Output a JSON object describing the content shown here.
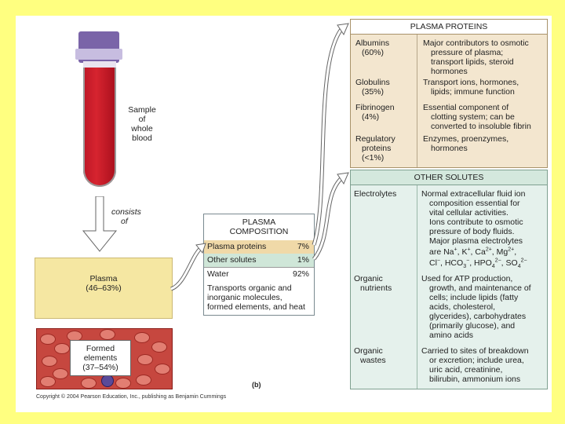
{
  "tube": {
    "label_lines": [
      "Sample",
      "of",
      "whole",
      "blood"
    ]
  },
  "arrow_label_lines": [
    "consists",
    "of"
  ],
  "plasma": {
    "line1": "Plasma",
    "line2": "(46–63%)"
  },
  "formed": {
    "line1": "Formed",
    "line2": "elements",
    "line3": "(37–54%)"
  },
  "composition": {
    "title1": "PLASMA",
    "title2": "COMPOSITION",
    "rows": [
      {
        "name": "Plasma proteins",
        "pct": "7%",
        "color": "#f0d9a8"
      },
      {
        "name": "Other solutes",
        "pct": "1%",
        "color": "#cfe6d8"
      },
      {
        "name": "Water",
        "pct": "92%",
        "color": "#ffffff"
      }
    ],
    "water_desc": [
      "Transports organic and",
      "inorganic molecules,",
      "formed elements, and heat"
    ]
  },
  "plasma_proteins": {
    "title": "PLASMA PROTEINS",
    "items": [
      {
        "name": [
          "Albumins",
          "(60%)"
        ],
        "desc": [
          "Major contributors to osmotic",
          "pressure of plasma;",
          "transport lipids, steroid",
          "hormones"
        ]
      },
      {
        "name": [
          "Globulins",
          "(35%)"
        ],
        "desc": [
          "Transport ions, hormones,",
          "lipids; immune function"
        ]
      },
      {
        "name": [
          "Fibrinogen",
          "(4%)"
        ],
        "desc": [
          "Essential component of",
          "clotting system; can be",
          "converted to insoluble fibrin"
        ]
      },
      {
        "name": [
          "Regulatory",
          "proteins",
          "(<1%)"
        ],
        "desc": [
          "Enzymes, proenzymes,",
          "hormones"
        ]
      }
    ]
  },
  "other_solutes": {
    "title": "OTHER SOLUTES",
    "items": [
      {
        "name": [
          "Electrolytes"
        ],
        "desc": [
          "Normal extracellular fluid ion",
          "composition essential for",
          "vital cellular activities.",
          "Ions contribute to osmotic",
          "pressure of body fluids.",
          "Major plasma electrolytes"
        ]
      },
      {
        "name": [
          "Organic",
          "nutrients"
        ],
        "desc": [
          "Used for ATP production,",
          "growth, and maintenance of",
          "cells; include lipids (fatty",
          "acids, cholesterol,",
          "glycerides), carbohydrates",
          "(primarily glucose), and",
          "amino acids"
        ]
      },
      {
        "name": [
          "Organic",
          "wastes"
        ],
        "desc": [
          "Carried to sites of breakdown",
          "or excretion; include urea,",
          "uric acid, creatinine,",
          "bilirubin, ammonium ions"
        ]
      }
    ],
    "ions_line1": {
      "a": "are Na",
      "b": "+",
      "c": ", K",
      "d": "+",
      "e": ", Ca",
      "f": "2+",
      "g": ", Mg",
      "h": "2+",
      "i": ","
    },
    "ions_line2": {
      "a": "Cl",
      "b": "−",
      "c": ", HCO",
      "d": "3",
      "e": "−",
      "f": ", HPO",
      "g": "4",
      "h": "2−",
      "i": ", SO",
      "j": "4",
      "k": "2−"
    }
  },
  "figure_label": "(b)",
  "copyright": "Copyright © 2004 Pearson Education, Inc., publishing as Benjamin Cummings"
}
